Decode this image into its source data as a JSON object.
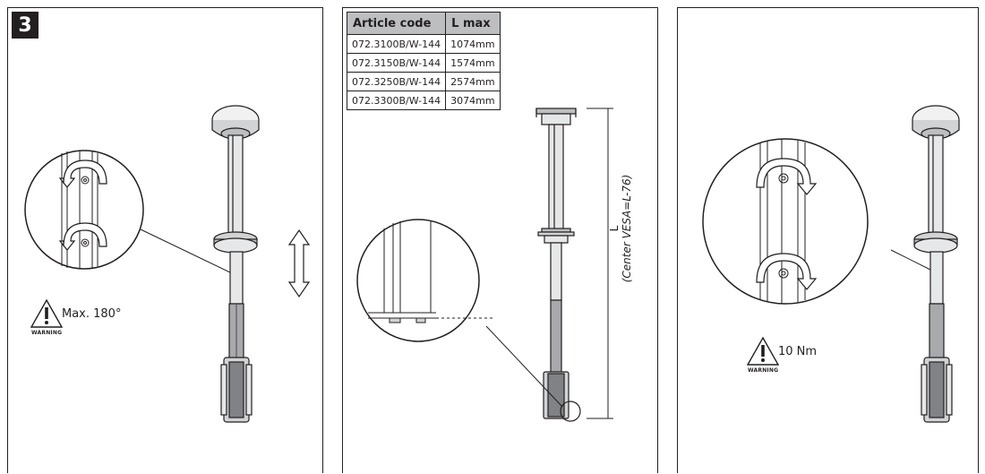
{
  "step": {
    "number": "3"
  },
  "panel1": {
    "warning": {
      "word": "WARNING",
      "value": "Max. 180°"
    }
  },
  "panel2": {
    "table": {
      "headers": [
        "Article code",
        "L max"
      ],
      "rows": [
        [
          "072.3100B/W-144",
          "1074mm"
        ],
        [
          "072.3150B/W-144",
          "1574mm"
        ],
        [
          "072.3250B/W-144",
          "2574mm"
        ],
        [
          "072.3300B/W-144",
          "3074mm"
        ]
      ]
    },
    "dimension": {
      "letter": "L",
      "caption": "(Center VESA=L-76)"
    }
  },
  "panel3": {
    "warning": {
      "word": "WARNING",
      "value": "10 Nm"
    }
  },
  "colors": {
    "line": "#231f20",
    "header_fill": "#bcbec0",
    "pole_fill": "#e6e7e8",
    "dark": "#58595b"
  },
  "icons": [
    "warning-triangle-icon",
    "rotate-arrow-icon",
    "double-arrow-icon"
  ]
}
